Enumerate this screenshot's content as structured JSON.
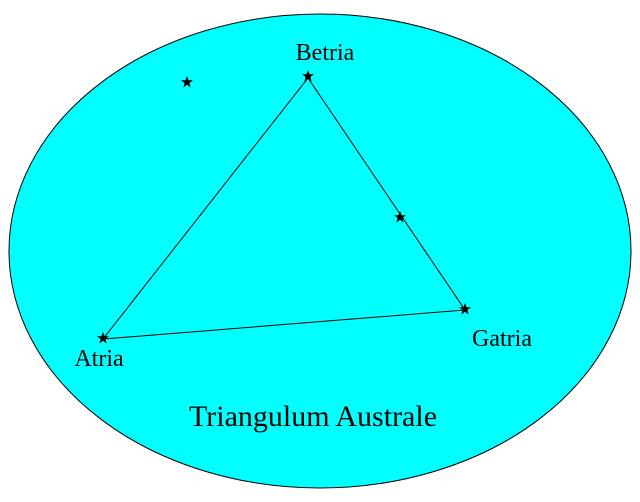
{
  "title": "Triangulum Australe",
  "stars": {
    "betria": "Betria",
    "gatria": "Gatria",
    "atria": "Atria"
  },
  "colors": {
    "sky": "#00FFFF",
    "outline": "#000000"
  }
}
